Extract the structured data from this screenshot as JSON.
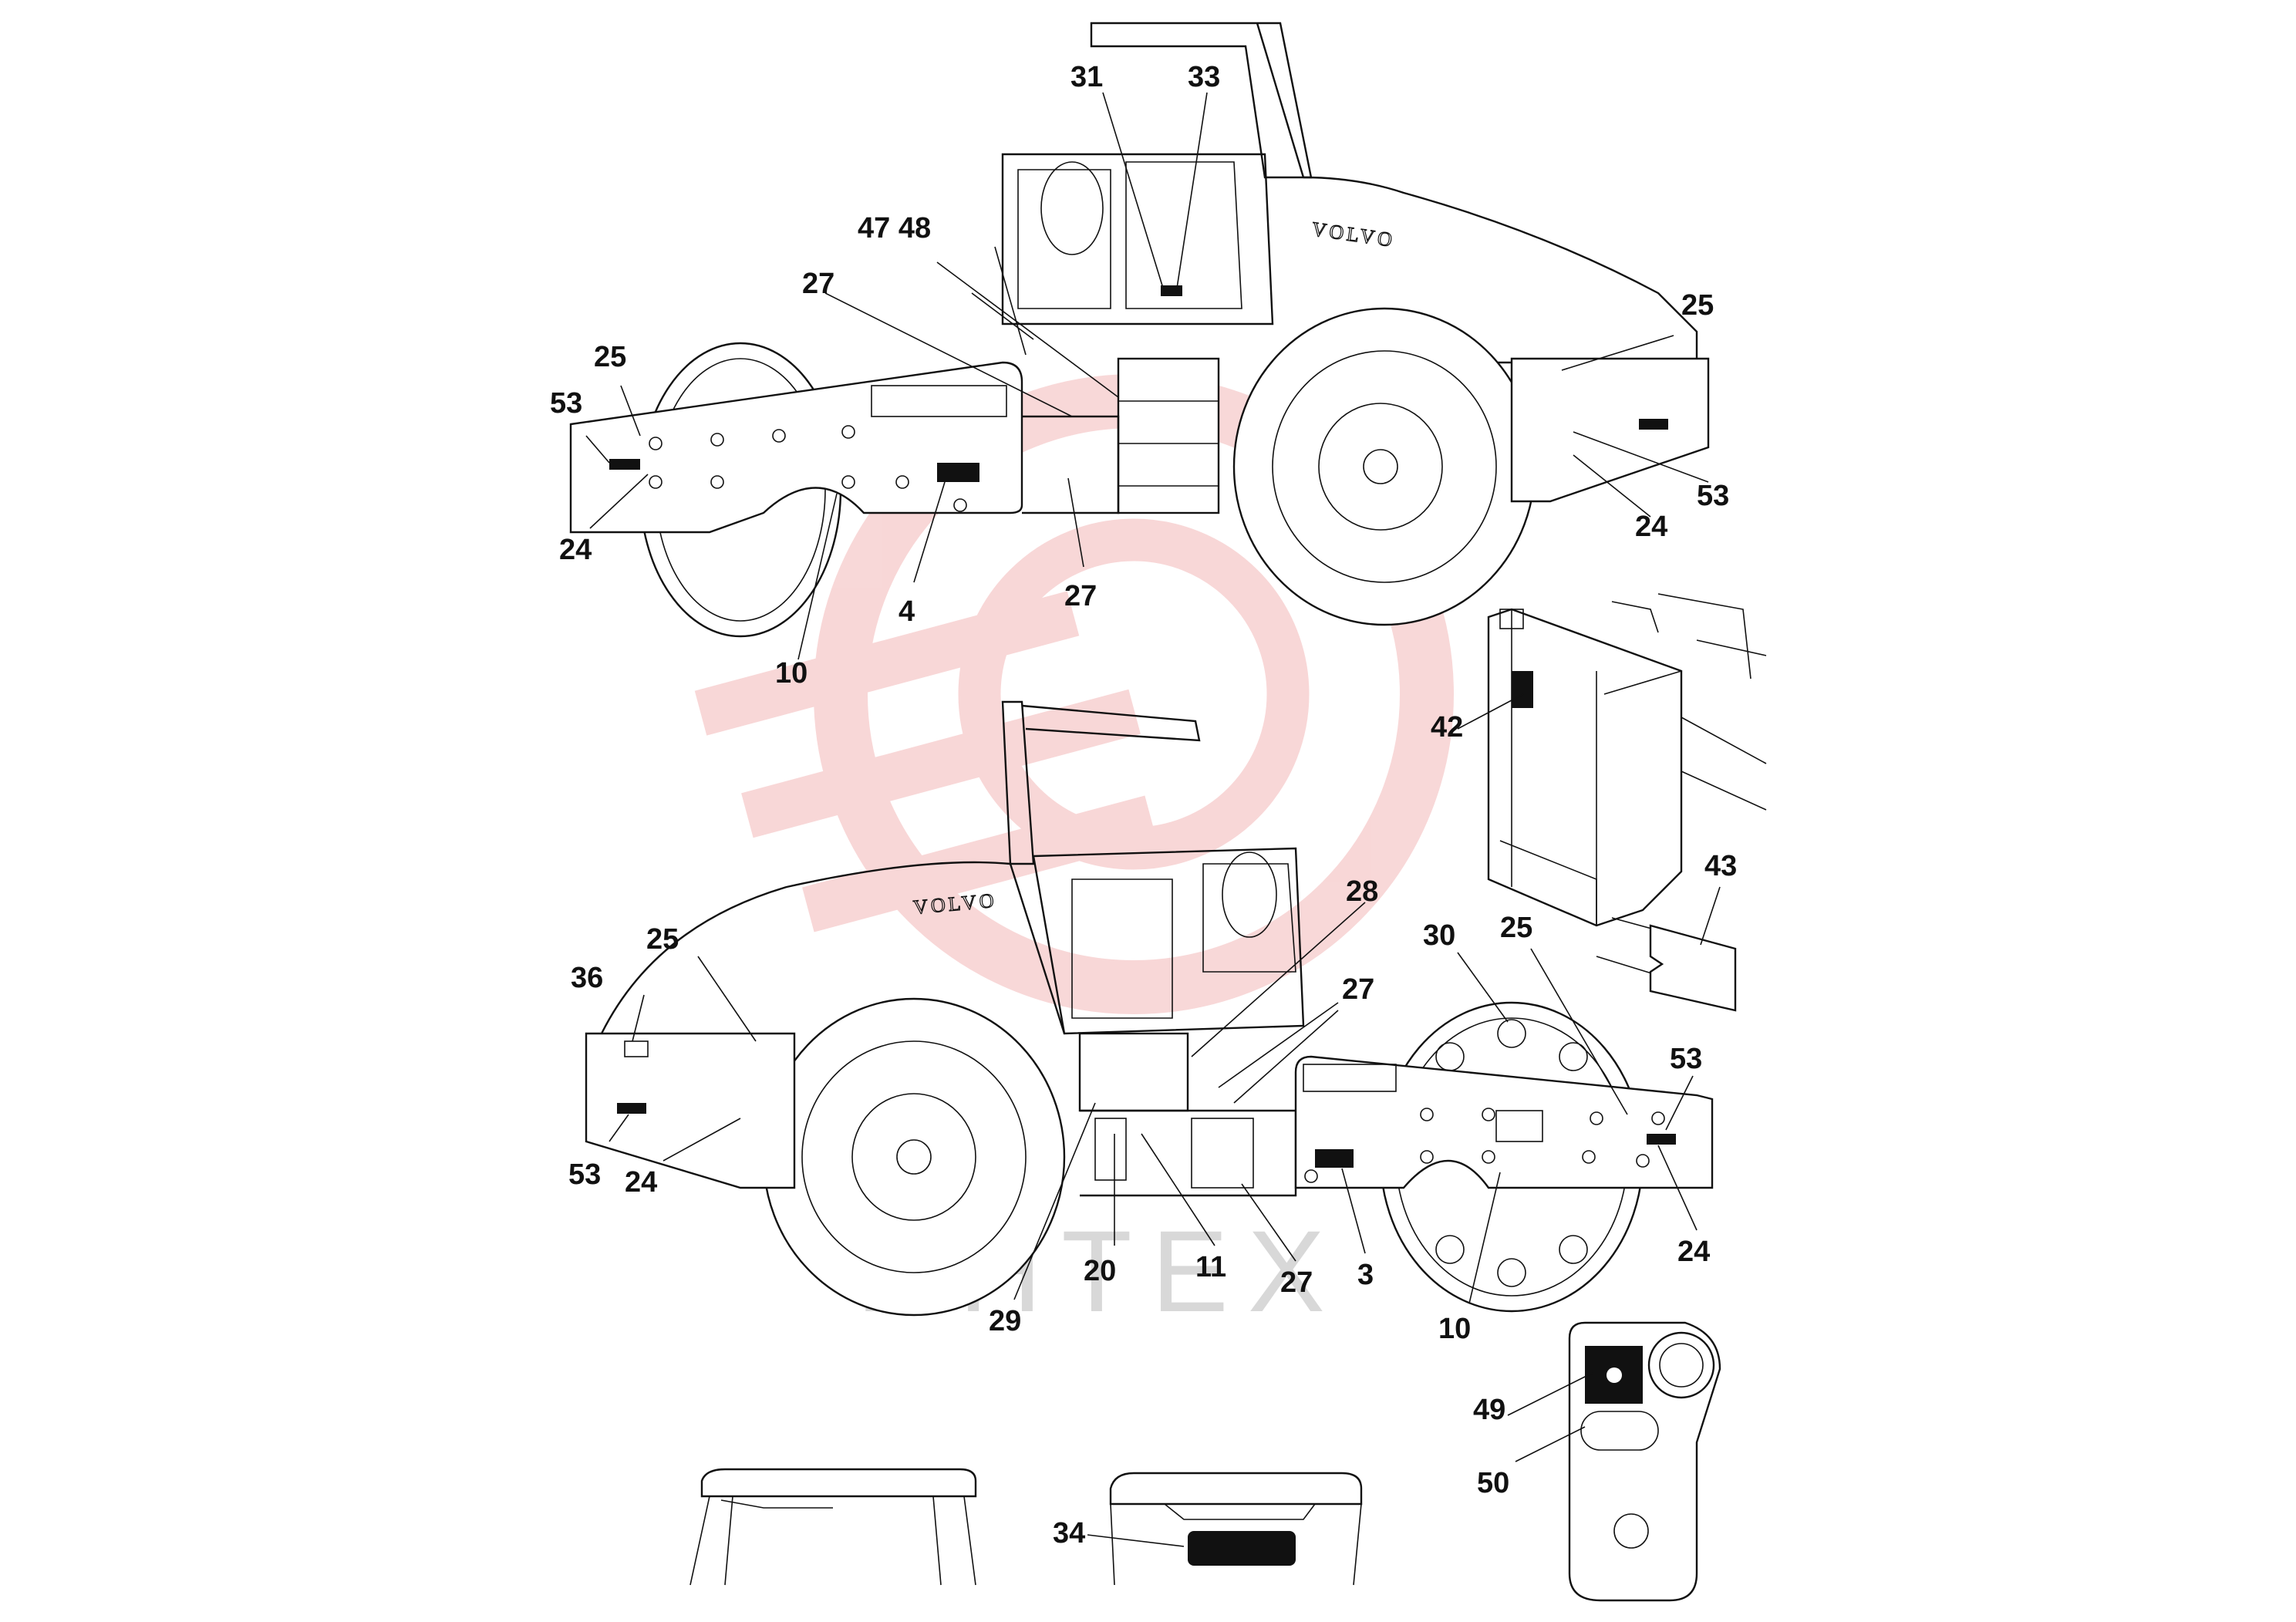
{
  "watermark": {
    "text": "ИНТЕХ",
    "color": "#f3b8b8"
  },
  "brand": {
    "text": "VOLVO"
  },
  "callouts": {
    "top": {
      "c31": "31",
      "c33": "33",
      "c47_48": "47 48",
      "c27a": "27",
      "c25a": "25",
      "c53a": "53",
      "c24a": "24",
      "c10": "10",
      "c4": "4",
      "c27b": "27",
      "c25b": "25",
      "c53b": "53",
      "c24b": "24"
    },
    "bottom": {
      "c28": "28",
      "c27a": "27",
      "c30": "30",
      "c25a": "25",
      "c36": "36",
      "c25b": "25",
      "c53a": "53",
      "c24a": "24",
      "c20": "20",
      "c11": "11",
      "c29": "29",
      "c27b": "27",
      "c3": "3",
      "c10": "10",
      "c53b": "53",
      "c24b": "24"
    },
    "detail": {
      "c42": "42",
      "c43": "43",
      "c49": "49",
      "c50": "50",
      "c34": "34"
    }
  }
}
